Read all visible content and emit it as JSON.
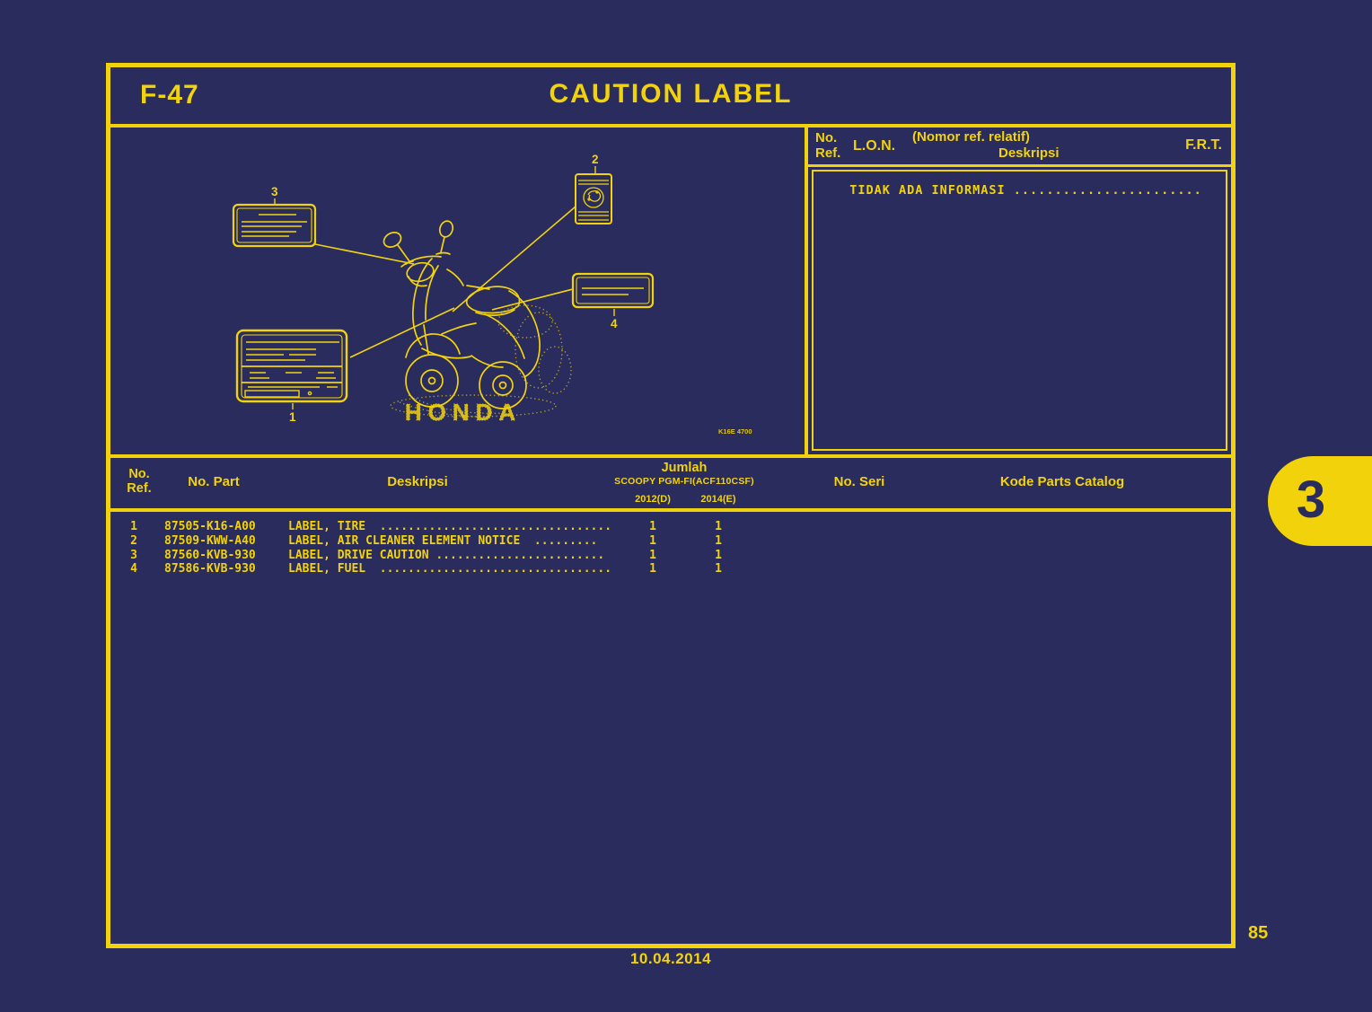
{
  "colors": {
    "background": "#292c5c",
    "accent": "#f2d30b"
  },
  "header": {
    "page_code": "F-47",
    "title": "CAUTION LABEL"
  },
  "info_panel": {
    "col_no_line1": "No.",
    "col_no_line2": "Ref.",
    "col_lon": "L.O.N.",
    "col_relative_ref": "(Nomor ref. relatif)",
    "col_deskripsi": "Deskripsi",
    "col_frt": "F.R.T.",
    "empty_message": "TIDAK ADA INFORMASI ......................."
  },
  "diagram": {
    "callout_1": "1",
    "callout_2": "2",
    "callout_3": "3",
    "callout_4": "4",
    "watermark": "HONDA",
    "drawing_code": "K16E 4700"
  },
  "parts_table": {
    "col_no_line1": "No.",
    "col_no_line2": "Ref.",
    "col_no_part": "No. Part",
    "col_deskripsi": "Deskripsi",
    "col_jumlah": "Jumlah",
    "col_model": "SCOOPY PGM-FI(ACF110CSF)",
    "col_year_1": "2012(D)",
    "col_year_2": "2014(E)",
    "col_no_seri": "No. Seri",
    "col_kode": "Kode Parts Catalog",
    "rows": [
      {
        "ref": "1",
        "part": "87505-K16-A00",
        "desc": "LABEL, TIRE  .................................",
        "qty_2012": "1",
        "qty_2014": "1"
      },
      {
        "ref": "2",
        "part": "87509-KWW-A40",
        "desc": "LABEL, AIR CLEANER ELEMENT NOTICE  .........",
        "qty_2012": "1",
        "qty_2014": "1"
      },
      {
        "ref": "3",
        "part": "87560-KVB-930",
        "desc": "LABEL, DRIVE CAUTION ........................",
        "qty_2012": "1",
        "qty_2014": "1"
      },
      {
        "ref": "4",
        "part": "87586-KVB-930",
        "desc": "LABEL, FUEL  .................................",
        "qty_2012": "1",
        "qty_2014": "1"
      }
    ]
  },
  "footer": {
    "date": "10.04.2014",
    "page_number": "85",
    "section_tab": "3"
  }
}
